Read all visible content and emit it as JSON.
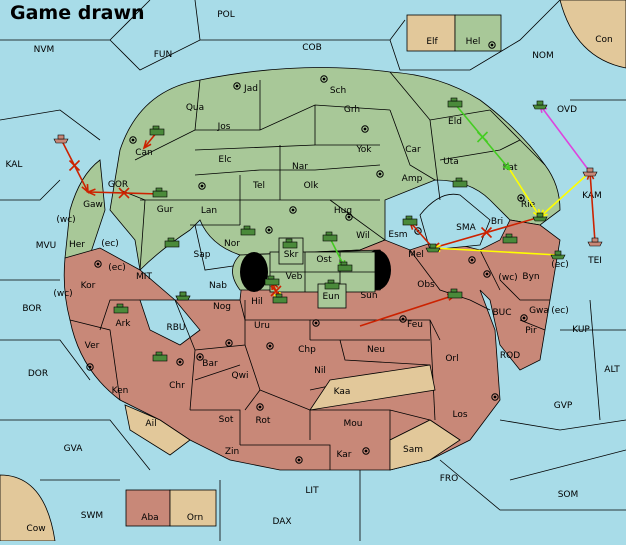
{
  "title": "Game drawn",
  "colors": {
    "sea": "#a8dce8",
    "green_power": "#a8c898",
    "red_power": "#c88878",
    "neutral_land": "#e2c89a",
    "order_red": "#cc2200",
    "order_yellow": "#ffff00",
    "order_green": "#44cc22",
    "order_magenta": "#dd44dd"
  },
  "legend": {
    "top": [
      {
        "name": "Elf"
      },
      {
        "name": "Hel"
      }
    ],
    "bottom": [
      {
        "name": "Aba"
      },
      {
        "name": "Orn"
      }
    ]
  },
  "sea_labels": [
    "POL",
    "NVM",
    "FUN",
    "COB",
    "NOM",
    "Con",
    "KAL",
    "MVU",
    "BOR",
    "DOR",
    "GVA",
    "SWM",
    "LIT",
    "DAX",
    "FRO",
    "SOM",
    "GVP",
    "ALT",
    "KUP",
    "BUC",
    "ROD",
    "MIT",
    "RBU",
    "SMA",
    "GOR",
    "OVD",
    "KAM",
    "TEI",
    "Cow"
  ],
  "land_labels": [
    "Jad",
    "Sch",
    "Qua",
    "Jos",
    "Can",
    "Grh",
    "Eld",
    "Elc",
    "Nar",
    "Yok",
    "Car",
    "Uta",
    "Kat",
    "Tel",
    "Olk",
    "Amp",
    "Gur",
    "Lan",
    "Hug",
    "Rie",
    "Bri",
    "Gaw",
    "Esm",
    "Wil",
    "Skr",
    "Nor",
    "Sap",
    "Ost",
    "Her",
    "Mel",
    "Veb",
    "Byn",
    "Kor",
    "Nab",
    "Hil",
    "Eun",
    "Sun",
    "Obs",
    "Gwa",
    "Nog",
    "Uru",
    "Feu",
    "Pir",
    "Ark",
    "Chp",
    "Neu",
    "Ver",
    "Bar",
    "Qwi",
    "Nil",
    "Orl",
    "Ken",
    "Kaa",
    "Chr",
    "Ail",
    "Sot",
    "Rot",
    "Mou",
    "Los",
    "Zin",
    "Kar",
    "Sam"
  ],
  "coast_labels": [
    "(wc)",
    "(ec)",
    "(ec)",
    "(wc)",
    "(wc)",
    "(ec)",
    "(ec)"
  ],
  "units": [
    {
      "type": "army",
      "power": "green",
      "territory": "Qua"
    },
    {
      "type": "army",
      "power": "green",
      "territory": "Eld"
    },
    {
      "type": "army",
      "power": "green",
      "territory": "Uta"
    },
    {
      "type": "army",
      "power": "green",
      "territory": "Gur"
    },
    {
      "type": "army",
      "power": "green",
      "territory": "Esm"
    },
    {
      "type": "army",
      "power": "green",
      "territory": "Wil"
    },
    {
      "type": "army",
      "power": "green",
      "territory": "Sap"
    },
    {
      "type": "army",
      "power": "green",
      "territory": "Nor"
    },
    {
      "type": "army",
      "power": "green",
      "territory": "Skr"
    },
    {
      "type": "army",
      "power": "green",
      "territory": "Ost"
    },
    {
      "type": "army",
      "power": "green",
      "territory": "Ark"
    },
    {
      "type": "army",
      "power": "green",
      "territory": "Chr"
    },
    {
      "type": "army",
      "power": "green",
      "territory": "Eun"
    },
    {
      "type": "army",
      "power": "green",
      "territory": "Obs"
    },
    {
      "type": "army",
      "power": "green",
      "territory": "SMA"
    },
    {
      "type": "army",
      "power": "green",
      "territory": "Hil"
    },
    {
      "type": "army",
      "power": "green",
      "territory": "Veb"
    },
    {
      "type": "fleet",
      "power": "green",
      "territory": "RBU"
    },
    {
      "type": "fleet",
      "power": "green",
      "territory": "Nab"
    },
    {
      "type": "fleet",
      "power": "green",
      "territory": "Mel"
    },
    {
      "type": "fleet",
      "power": "green",
      "territory": "Rie"
    },
    {
      "type": "fleet",
      "power": "green",
      "territory": "Byn"
    },
    {
      "type": "fleet",
      "power": "green",
      "territory": "OVD"
    },
    {
      "type": "fleet",
      "power": "red",
      "territory": "Gwa"
    },
    {
      "type": "fleet",
      "power": "red",
      "territory": "KAM"
    },
    {
      "type": "fleet",
      "power": "red",
      "territory": "TEI"
    }
  ],
  "orders": [
    {
      "from": "Qua",
      "to": "Can",
      "color": "red"
    },
    {
      "from": "Gva",
      "to": "GOR",
      "color": "red",
      "failed": true
    },
    {
      "from": "Gur",
      "to": "GOR",
      "color": "red",
      "failed": true
    },
    {
      "from": "Eld",
      "to": "Kat",
      "color": "green",
      "failed": true
    },
    {
      "from": "Kat",
      "to": "Rie",
      "color": "yellow"
    },
    {
      "from": "KAM",
      "to": "Rie",
      "color": "yellow"
    },
    {
      "from": "KAM",
      "to": "OVD",
      "color": "magenta"
    },
    {
      "from": "TEI",
      "to": "KAM",
      "color": "red"
    },
    {
      "from": "Rie",
      "to": "Mel",
      "color": "red",
      "failed": true
    },
    {
      "from": "Byn",
      "to": "Mel",
      "color": "yellow"
    },
    {
      "from": "Wil",
      "to": "Ost",
      "color": "green"
    },
    {
      "from": "Feu",
      "to": "Obs",
      "color": "red"
    },
    {
      "from": "Veb",
      "to": "Hil",
      "color": "yellow"
    },
    {
      "from": "Hil",
      "to": "Veb",
      "color": "red",
      "failed": true
    },
    {
      "from": "Mel",
      "to": "Esm",
      "color": "red"
    }
  ]
}
